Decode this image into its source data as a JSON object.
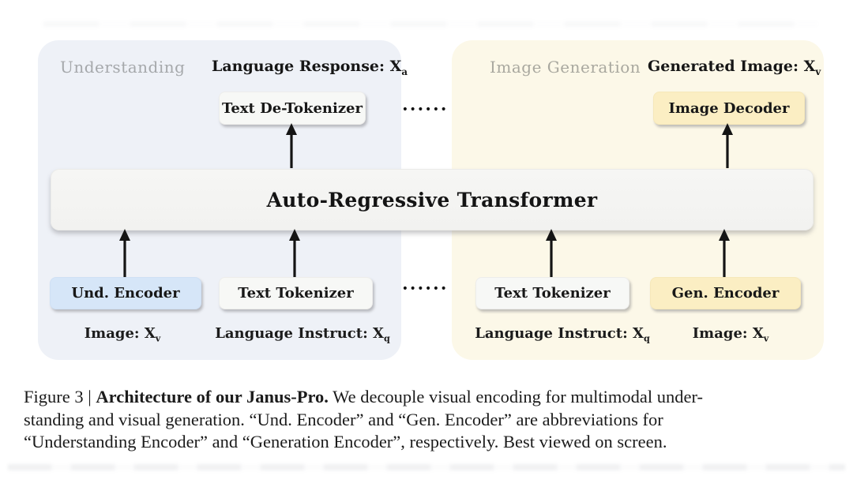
{
  "figure": {
    "panels": {
      "left": {
        "label": "Understanding",
        "output_label": {
          "text": "Language Response: X",
          "sub": "a"
        },
        "top_box": "Text De-Tokenizer",
        "encoder_box": "Und. Encoder",
        "tokenizer_box": "Text Tokenizer",
        "image_input": {
          "text": "Image: X",
          "sub": "v"
        },
        "instruct_input": {
          "text": "Language Instruct: X",
          "sub": "q"
        }
      },
      "right": {
        "label": "Image Generation",
        "output_label": {
          "text": "Generated Image: X",
          "sub": "v"
        },
        "top_box": "Image Decoder",
        "tokenizer_box": "Text Tokenizer",
        "encoder_box": "Gen. Encoder",
        "instruct_input": {
          "text": "Language Instruct: X",
          "sub": "q"
        },
        "image_input": {
          "text": "Image: X",
          "sub": "v"
        }
      }
    },
    "transformer": "Auto-Regressive Transformer",
    "ellipsis_top": "••••••",
    "ellipsis_bottom": "••••••",
    "colors": {
      "left_panel_bg": "#eef1f7",
      "right_panel_bg": "#fcf8e8",
      "understanding_encoder_bg": "#d6e6f8",
      "generation_accent_bg": "#fbeec3",
      "neutral_box_bg": "#f7f8f6",
      "transformer_bg": "#f3f3f1",
      "panel_label_gray": "#a5a8ab",
      "arrow_black": "#141414"
    }
  },
  "caption": {
    "line1_prefix": "Figure 3 | ",
    "line1_bold": "Architecture of our Janus-Pro.",
    "line1_rest": " We decouple visual encoding for multimodal under-",
    "line2": "standing and visual generation. “Und. Encoder” and “Gen. Encoder” are abbreviations for",
    "line3": "“Understanding Encoder” and “Generation Encoder”, respectively. Best viewed on screen."
  }
}
